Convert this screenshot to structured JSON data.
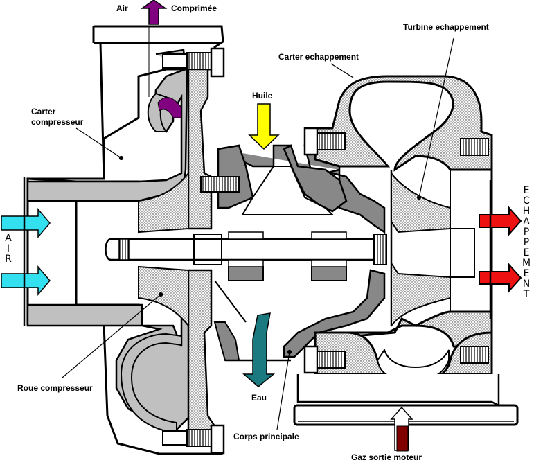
{
  "title": "Turbocompresseur - coupe",
  "labels": {
    "air_left": "Air",
    "comprimee": "Comprimée",
    "carter_compresseur_line1": "Carter",
    "carter_compresseur_line2": "compresseur",
    "turbine_echappement": "Turbine echappement",
    "carter_echappement": "Carter echappement",
    "huile": "Huile",
    "roue_compresseur": "Roue compresseur",
    "eau": "Eau",
    "corps_principale": "Corps principale",
    "gaz_sortie_moteur": "Gaz sortie moteur",
    "air_vertical": [
      "A",
      "I",
      "R"
    ],
    "echappement_vertical": [
      "E",
      "C",
      "H",
      "A",
      "P",
      "P",
      "E",
      "M",
      "E",
      "N",
      "T"
    ]
  },
  "flows": {
    "air_in": {
      "label": "AIR",
      "color": "#33e0f0"
    },
    "air_out": {
      "label": "Air Comprimée",
      "color": "#800080"
    },
    "oil_in": {
      "label": "Huile",
      "color": "#ffff00"
    },
    "water": {
      "label": "Eau",
      "color": "#1a7a80"
    },
    "exhaust_out": {
      "label": "ECHAPPEMENT",
      "color": "#ee1111"
    },
    "engine_gas_in": {
      "label": "Gaz sortie moteur",
      "color": "#800000"
    }
  },
  "colors": {
    "compressor_housing": "#c0c0c0",
    "center_housing": "#888888",
    "stipple_parts": "#d8d8d8",
    "outline": "#000000"
  }
}
